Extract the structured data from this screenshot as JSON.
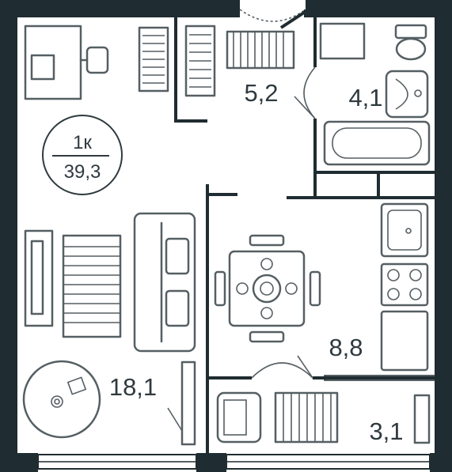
{
  "apartment": {
    "type_label": "1к",
    "total_area": "39,3"
  },
  "rooms": [
    {
      "id": "living",
      "area": "18,1"
    },
    {
      "id": "hallway",
      "area": "5,2"
    },
    {
      "id": "bathroom",
      "area": "4,1"
    },
    {
      "id": "kitchen",
      "area": "8,8"
    },
    {
      "id": "balcony",
      "area": "3,1"
    }
  ],
  "colors": {
    "wall": "#1f2c31",
    "furniture": "#555f63",
    "text": "#2f3a3f",
    "background": "#ffffff"
  }
}
